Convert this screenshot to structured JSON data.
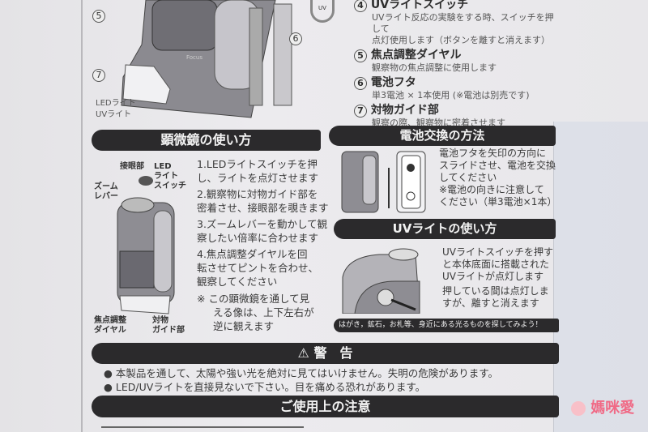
{
  "diagram_top": {
    "callouts": [
      "5",
      "6",
      "7"
    ],
    "led_label": "LEDライト",
    "uv_label": "UVライト",
    "focus_label": "Focus",
    "uv_button": "UV"
  },
  "parts": [
    {
      "num": "4",
      "title": "UVライトスイッチ",
      "desc1": "UVライト反応の実験をする時、スイッチを押して",
      "desc2": "点灯使用します（ボタンを離すと消えます）"
    },
    {
      "num": "5",
      "title": "焦点調整ダイヤル",
      "desc1": "観察物の焦点調整に使用します",
      "desc2": ""
    },
    {
      "num": "6",
      "title": "電池フタ",
      "desc1": "単3電池 × 1本使用 (※電池は別売です)",
      "desc2": ""
    },
    {
      "num": "7",
      "title": "対物ガイド部",
      "desc1": "観察の際、観察物に密着させます",
      "desc2": ""
    }
  ],
  "usage": {
    "title": "顕微鏡の使い方",
    "labels": {
      "eyepiece": "接眼部",
      "led_switch": [
        "LED",
        "ライト",
        "スイッチ"
      ],
      "zoom_lever": [
        "ズーム",
        "レバー"
      ],
      "focus_dial": [
        "焦点調整",
        "ダイヤル"
      ],
      "guide": [
        "対物",
        "ガイド部"
      ]
    },
    "steps": [
      [
        "1.LEDライトスイッチを押",
        "し、ライトを点灯させます"
      ],
      [
        "2.観察物に対物ガイド部を",
        "密着させ、接眼部を覗きます"
      ],
      [
        "3.ズームレバーを動かして観",
        "察したい倍率に合わせます"
      ],
      [
        "4.焦点調整ダイヤルを回",
        "転させてピントを合わせ、",
        "観察してください"
      ]
    ],
    "note": [
      "※ この顕微鏡を通して見",
      "える像は、上下左右が",
      "逆に観えます"
    ]
  },
  "battery": {
    "title": "電池交換の方法",
    "text": [
      "電池フタを矢印の方向に",
      "スライドさせ、電池を交換",
      "してください",
      "※電池の向きに注意して",
      "ください（単3電池×1本）"
    ]
  },
  "uv": {
    "title": "UVライトの使い方",
    "text": [
      "UVライトスイッチを押す",
      "と本体底面に搭載された",
      "UVライトが点灯します",
      "押している間は点灯しま",
      "すが、離すと消えます"
    ],
    "banner": "はがき，鉱石，お札等、身近にある光るものを探してみよう！"
  },
  "warning": {
    "icon": "warning-triangle-icon",
    "title": "警　告",
    "items": [
      "本製品を通して、太陽や強い光を絶対に見てはいけません。失明の危険があります。",
      "LED/UVライトを直接見ないで下さい。目を痛める恐れがあります。"
    ]
  },
  "caution": {
    "title": "ご使用上の注意"
  },
  "watermark": {
    "text": "媽咪愛",
    "color": "#f06a86"
  }
}
